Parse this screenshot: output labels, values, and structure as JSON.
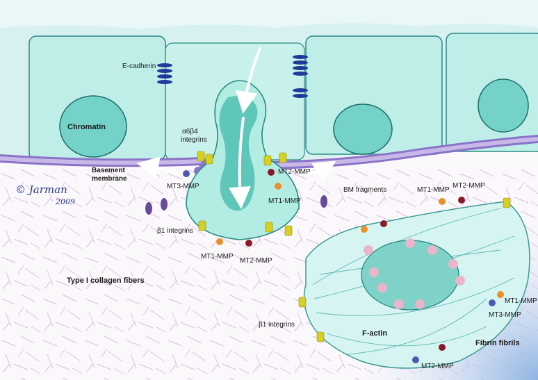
{
  "labels": {
    "e_cadherin": "E-cadherin",
    "chromatin": "Chromatin",
    "integrins_a6b4_line1": "α6β4",
    "integrins_a6b4_line2": "integrins",
    "basement_membrane_line1": "Basement",
    "basement_membrane_line2": "membrane",
    "mt3_mmp": "MT3-MMP",
    "mt2_mmp_top": "MT2-MMP",
    "mt1_mmp_top": "MT1-MMP",
    "bm_fragments": "BM fragments",
    "b1_integrins_left": "β1 integrins",
    "mt1_mmp_bottom": "MT1-MMP",
    "mt2_mmp_bottom": "MT2-MMP",
    "mt1_mmp_right": "MT1-MMP",
    "mt2_mmp_right": "MT2-MMP",
    "type1_collagen": "Type I collagen fibers",
    "b1_integrins_right": "β1 integrins",
    "f_actin": "F-actin",
    "mt1_mmp_far_right": "MT1-MMP",
    "mt3_mmp_far_right": "MT3-MMP",
    "fibrin_fibrils": "Fibrin fibrils",
    "mt2_mmp_bottom_right": "MT2-MMP"
  },
  "signature": {
    "name": "Jarman",
    "year": "2009"
  },
  "colors": {
    "cell_fill": "#bfeee8",
    "cell_outline": "#2a8a86",
    "nucleus": "#74d2c8",
    "membrane": "#b9a6dc",
    "integrin": "#d8d020",
    "cadherin": "#1e3a9a",
    "mmp_orange": "#e8902a",
    "mmp_red": "#8a1a2a",
    "mmp_purple": "#6a4a9a",
    "fibrin": "#a8c4e6"
  }
}
